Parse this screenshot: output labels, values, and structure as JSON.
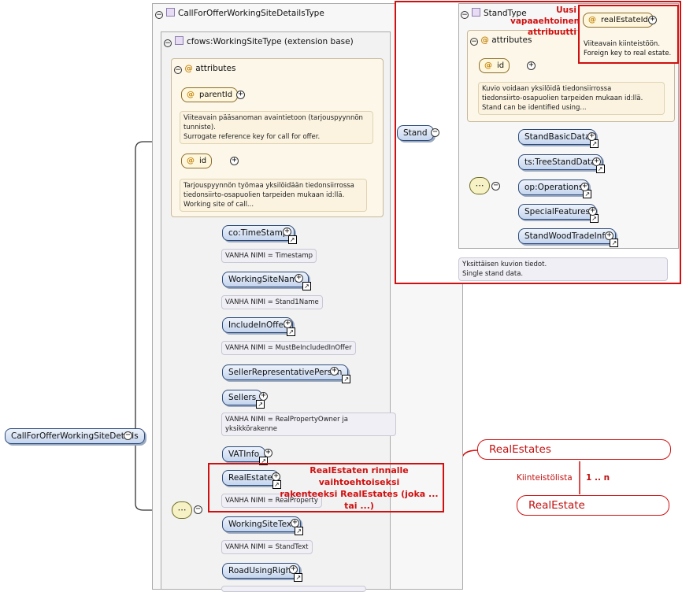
{
  "root": {
    "label": "CallForOfferWorkingSiteDetails"
  },
  "type_panel": {
    "title": "CallForOfferWorkingSiteDetailsType",
    "extension": "cfows:WorkingSiteType (extension base)",
    "attributes_label": "attributes",
    "attrs": [
      {
        "name": "parentId",
        "doc": [
          "Viiteavain pääsanoman avaintietoon (tarjouspyynnön",
          "tunniste).",
          "Surrogate reference key for call for offer."
        ]
      },
      {
        "name": "id",
        "doc": [
          "Tarjouspyynnön työmaa yksilöidään tiedonsiirrossa",
          "tiedonsiirto-osapuolien tarpeiden mukaan id:llä.",
          "Working site of call..."
        ]
      }
    ]
  },
  "elements": [
    {
      "name": "co:TimeStamp",
      "note": [
        "VANHA NIMI = Timestamp"
      ]
    },
    {
      "name": "WorkingSiteName",
      "note": [
        "VANHA NIMI = Stand1Name"
      ]
    },
    {
      "name": "IncludeInOffer",
      "note": [
        "VANHA NIMI = MustBeIncludedInOffer"
      ]
    },
    {
      "name": "SellerRepresentativePerson",
      "note": []
    },
    {
      "name": "Sellers",
      "note": [
        "VANHA NIMI = RealPropertyOwner ja",
        "yksikkörakenne"
      ]
    },
    {
      "name": "VATInfo",
      "note": []
    },
    {
      "name": "RealEstate",
      "note": [
        "VANHA NIMI = RealProperty"
      ]
    },
    {
      "name": "WorkingSiteText",
      "note": [
        "VANHA NIMI = StandText"
      ]
    },
    {
      "name": "RoadUsingRight",
      "note": []
    }
  ],
  "stand_panel": {
    "stand_label": "Stand",
    "type_title": "StandType",
    "attributes_label": "attributes",
    "id_attr": "id",
    "id_doc": [
      "Kuvio voidaan yksilöidä tiedonsiirrossa",
      "tiedonsiirto-osapuolien tarpeiden mukaan id:llä.",
      "Stand can be identified using..."
    ],
    "new_attr": "realEstateId",
    "new_attr_doc": [
      "Viiteavain kiinteistöön.",
      "Foreign key to real estate."
    ],
    "children": [
      "StandBasicData",
      "ts:TreeStandData",
      "op:Operations",
      "SpecialFeatures",
      "StandWoodTradeInfo"
    ],
    "doc": [
      "Yksittäisen kuvion tiedot.",
      "Single stand data."
    ]
  },
  "annotations": {
    "new_attr_note": [
      "Uusi",
      "vapaaehtoinen",
      "attribuutti"
    ],
    "realestate_note": [
      "RealEstaten rinnalle vaihtoehtoiseksi",
      "rakenteeksi RealEstates (joka ... tai ...)"
    ],
    "real_estates": "RealEstates",
    "list_label": "Kiinteistölista",
    "cardinality": "1 .. n",
    "real_estate": "RealEstate"
  },
  "colors": {
    "accent_red": "#d01010",
    "element_border": "#2b4a78",
    "attr_at": "#c78a12"
  }
}
